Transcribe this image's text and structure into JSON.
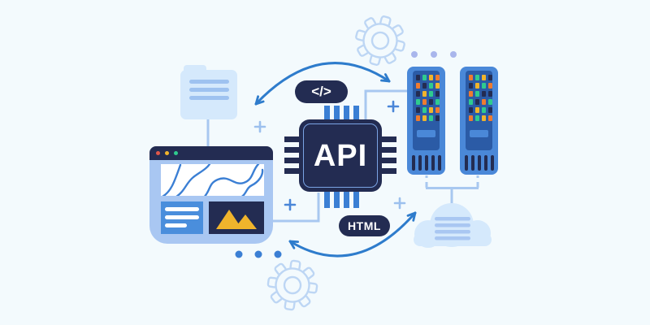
{
  "scene": {
    "description": "Flat vector illustration of an API connecting a browser app, source code, HTML, server racks and a cloud with bidirectional arrows",
    "labels": {
      "chip": "API",
      "code_badge": "</>",
      "html_badge": "HTML"
    }
  },
  "colors": {
    "bg": "#f3fafd",
    "navy": "#232c52",
    "blue": "#3b7fd4",
    "arrow": "#2e7ccc",
    "light-blue": "#a9c7f2",
    "pale-blue": "#d5e9fc",
    "folder-line": "#9ec2f0",
    "panel-blue": "#4a8edc",
    "server-blue": "#4a88d8",
    "server-panel": "#2b5ba6",
    "line-blue": "#a8c8f0",
    "outline-blue": "#bdd6f4",
    "periwinkle": "#a9b6ec",
    "plus-light": "#9cc0ee",
    "plus-dark": "#4a86d8",
    "chip-inner": "#7aa3e4",
    "yellow": "#f0b42c",
    "orange": "#ee7b30",
    "green": "#2fcb8e",
    "red": "#e0574a",
    "white": "#ffffff"
  },
  "servers": {
    "led_colors": {
      "n": "#232c52",
      "g": "#2fcb8e",
      "y": "#f0b42c",
      "o": "#ee7b30"
    },
    "racks": [
      {
        "grid": [
          [
            "n",
            "g",
            "y",
            "o"
          ],
          [
            "o",
            "n",
            "g",
            "y"
          ],
          [
            "n",
            "y",
            "g",
            "n"
          ],
          [
            "g",
            "o",
            "n",
            "g"
          ],
          [
            "n",
            "g",
            "y",
            "o"
          ],
          [
            "o",
            "y",
            "g",
            "n"
          ]
        ]
      },
      {
        "grid": [
          [
            "o",
            "g",
            "y",
            "n"
          ],
          [
            "n",
            "y",
            "g",
            "o"
          ],
          [
            "o",
            "g",
            "n",
            "n"
          ],
          [
            "g",
            "n",
            "o",
            "g"
          ],
          [
            "n",
            "y",
            "g",
            "n"
          ],
          [
            "o",
            "g",
            "y",
            "o"
          ]
        ]
      }
    ]
  }
}
